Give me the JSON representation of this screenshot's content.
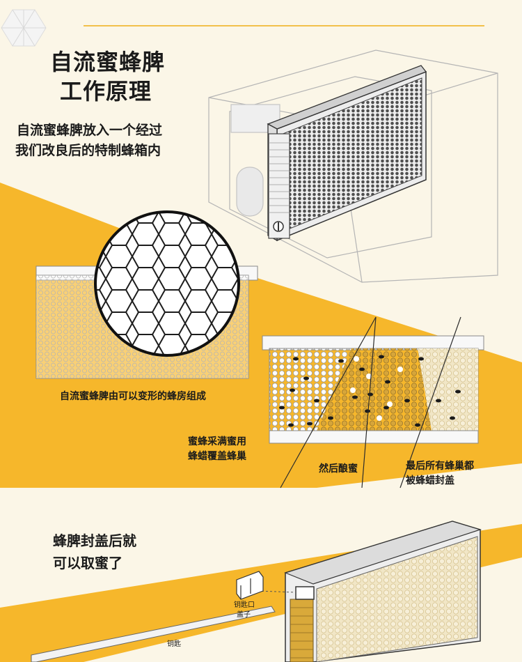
{
  "title": {
    "line1": "自流蜜蜂脾",
    "line2": "工作原理"
  },
  "intro": {
    "line1": "自流蜜蜂脾放入一个经过",
    "line2": "我们改良后的特制蜂箱内"
  },
  "captions": {
    "cells": "自流蜜蜂脾由可以变形的蜂房组成",
    "bees": {
      "line1": "蜜蜂采满蜜用",
      "line2": "蜂蜡覆盖蜂巢"
    },
    "ripen": "然后酿蜜",
    "capped": {
      "line1": "最后所有蜂巢都",
      "line2": "被蜂蜡封盖"
    },
    "harvest": {
      "line1": "蜂脾封盖后就",
      "line2": "可以取蜜了"
    },
    "keyhole": {
      "line1": "钥匙口",
      "line2": "盖子"
    },
    "key": "钥匙"
  },
  "colors": {
    "background": "#fbf6e7",
    "accent": "#f6b72b",
    "honey": "#d9a93a",
    "line": "#2b2b2b"
  }
}
